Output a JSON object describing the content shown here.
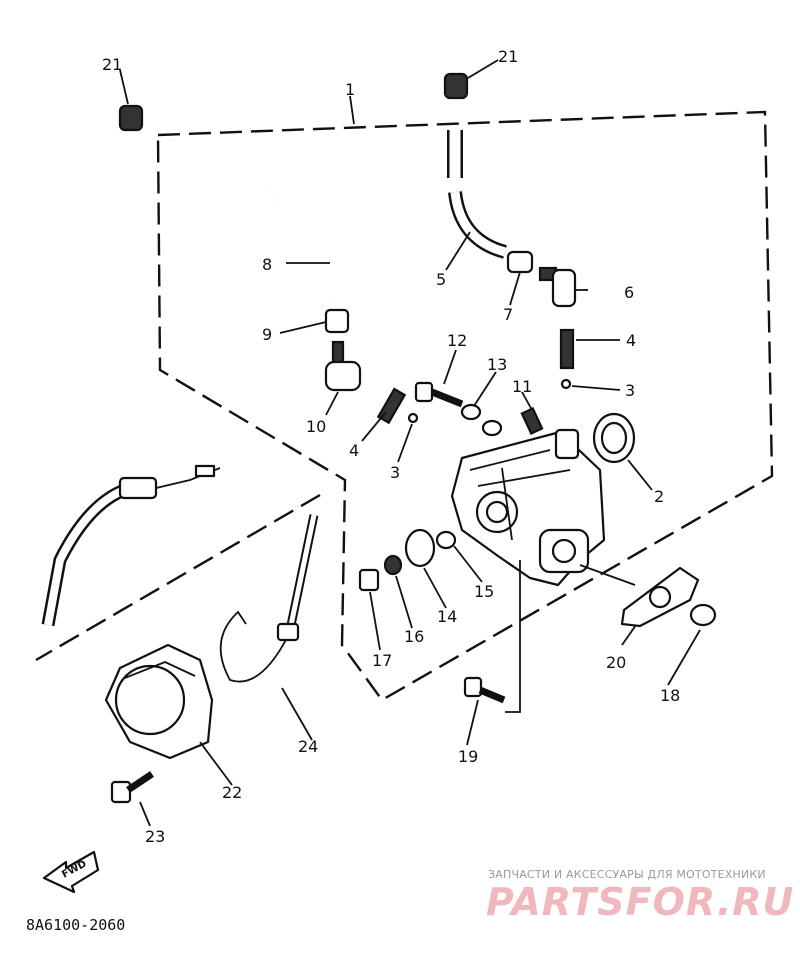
{
  "diagram": {
    "drawing_code": "8A6100-2060",
    "front_marker": "FWD",
    "callouts": [
      "1",
      "2",
      "3",
      "3",
      "4",
      "4",
      "5",
      "6",
      "7",
      "8",
      "9",
      "10",
      "11",
      "12",
      "13",
      "14",
      "15",
      "16",
      "17",
      "18",
      "19",
      "20",
      "21",
      "21",
      "22",
      "23",
      "24"
    ]
  },
  "watermark": {
    "tagline": "ЗАПЧАСТИ И АКСЕССУАРЫ ДЛЯ МОТОТЕХНИКИ",
    "brand": "PARTSFOR.RU",
    "brand_color": "#f0b8bc"
  }
}
